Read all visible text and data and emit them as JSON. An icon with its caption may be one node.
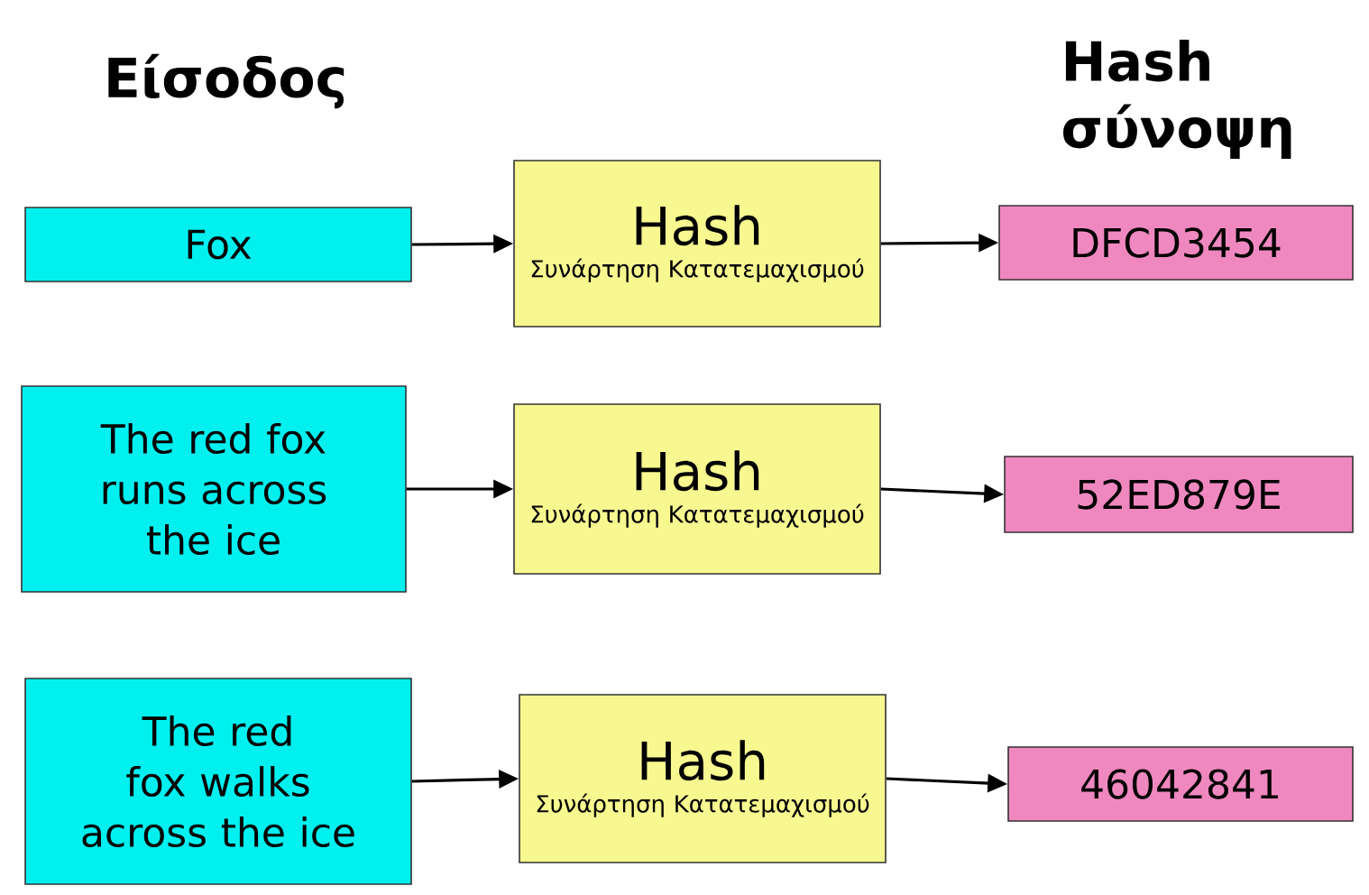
{
  "diagram": {
    "nodes": [
      {
        "text": [
          "Fox"
        ]
      },
      {
        "text": [
          "Hash",
          "Συνάρτηση Κατατεμαχισμού"
        ]
      },
      {
        "text": [
          "DFCD3454"
        ]
      },
      {
        "text": [
          "The red fox runs across the ice"
        ]
      },
      {
        "text": [
          "Hash",
          "Συνάρτηση Κατατεμαχισμού"
        ]
      },
      {
        "text": [
          "52ED879E"
        ]
      },
      {
        "text": [
          "The red fox walks across the ice"
        ]
      },
      {
        "text": [
          "Hash",
          "Συνάρτηση Κατατεμαχισμού"
        ]
      },
      {
        "text": [
          "46042841"
        ]
      }
    ],
    "edges": [
      {
        "from": 0,
        "to": 1,
        "arrow": "to"
      },
      {
        "from": 1,
        "to": 2,
        "arrow": "to"
      },
      {
        "from": 3,
        "to": 4,
        "arrow": "to"
      },
      {
        "from": 4,
        "to": 5,
        "arrow": "to"
      },
      {
        "from": 6,
        "to": 7,
        "arrow": "to"
      },
      {
        "from": 7,
        "to": 8,
        "arrow": "to"
      }
    ],
    "labels": [
      "Είσοδος",
      "Hash σύνοψη"
    ]
  }
}
